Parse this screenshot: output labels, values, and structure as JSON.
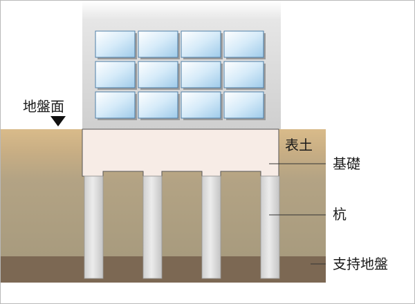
{
  "labels": {
    "ground_surface": "地盤面",
    "topsoil": "表土",
    "foundation": "基礎",
    "pile": "杭",
    "bearing_layer": "支持地盤"
  },
  "building": {
    "window_rows": 3,
    "window_cols": 4,
    "pile_count": 4
  },
  "colors": {
    "building": "#d5d5d5",
    "window_glass": "#cfe6f7",
    "foundation": "#f7ece6",
    "pile": "#dfdfdf",
    "soil": "#aea186",
    "topsoil": "#d7b98c",
    "bearing_layer": "#7c6853",
    "marker": "#111111"
  }
}
